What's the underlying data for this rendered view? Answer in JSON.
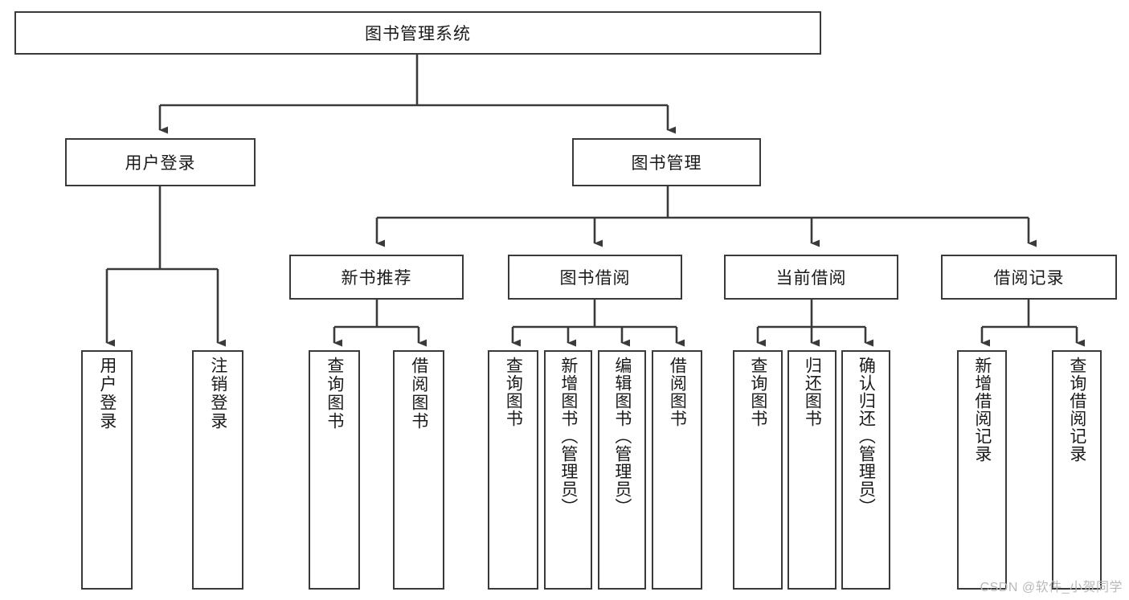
{
  "diagram": {
    "title": "图书管理系统",
    "type": "tree-hierarchy",
    "root": {
      "label": "图书管理系统"
    },
    "level2": [
      {
        "label": "用户登录"
      },
      {
        "label": "图书管理"
      }
    ],
    "level3": [
      {
        "label": "新书推荐"
      },
      {
        "label": "图书借阅"
      },
      {
        "label": "当前借阅"
      },
      {
        "label": "借阅记录"
      }
    ],
    "leaves": {
      "user_login": [
        {
          "label": "用户登录"
        },
        {
          "label": "注销登录"
        }
      ],
      "new_book_recommend": [
        {
          "label": "查询图书"
        },
        {
          "label": "借阅图书"
        }
      ],
      "book_borrow": [
        {
          "label": "查询图书"
        },
        {
          "label": "新增图书（管理员）"
        },
        {
          "label": "编辑图书（管理员）"
        },
        {
          "label": "借阅图书"
        }
      ],
      "current_borrow": [
        {
          "label": "查询图书"
        },
        {
          "label": "归还图书"
        },
        {
          "label": "确认归还（管理员）"
        }
      ],
      "borrow_record": [
        {
          "label": "新增借阅记录"
        },
        {
          "label": "查询借阅记录"
        }
      ]
    }
  },
  "watermark": {
    "text": "CSDN @软件_小贺同学"
  },
  "colors": {
    "border": "#3a3a3a",
    "text": "#1a1a1a",
    "background": "#ffffff",
    "watermark": "#b9b9b9"
  }
}
